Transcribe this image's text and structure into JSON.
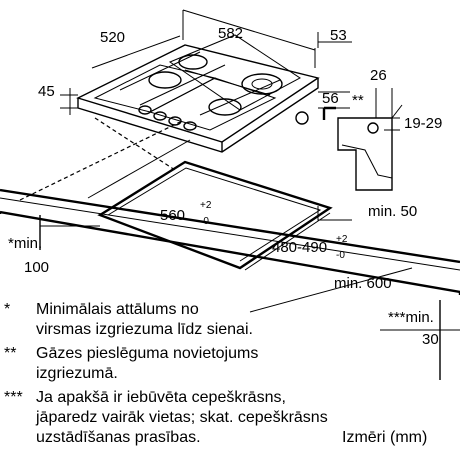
{
  "dimensions": {
    "d520": "520",
    "d582": "582",
    "d53": "53",
    "d45": "45",
    "d56": "56",
    "d26": "26",
    "d_ss": "**",
    "d1929": "19-29",
    "d_min50": "min. 50",
    "d560": "560",
    "d560_sup": "+2",
    "d560_sub": "-0",
    "d480": "480-490",
    "d480_sup": "+2",
    "d480_sub": "-0",
    "d_min100_a": "*min.",
    "d_min100_b": "100",
    "d_min600": "min. 600",
    "d_min30_a": "***min.",
    "d_min30_b": "30"
  },
  "notes": [
    {
      "mark": "*",
      "lines": [
        "Minimālais attālums no",
        "virsmas izgriezuma līdz sienai."
      ]
    },
    {
      "mark": "**",
      "lines": [
        "Gāzes pieslēguma novietojums",
        "izgriezumā."
      ]
    },
    {
      "mark": "***",
      "lines": [
        "Ja apakšā ir iebūvēta cepeškrāsns,",
        "jāparedz vairāk vietas; skat. cepeškrāsns",
        "uzstādīšanas prasības."
      ]
    }
  ],
  "units": "Izmēri (mm)"
}
